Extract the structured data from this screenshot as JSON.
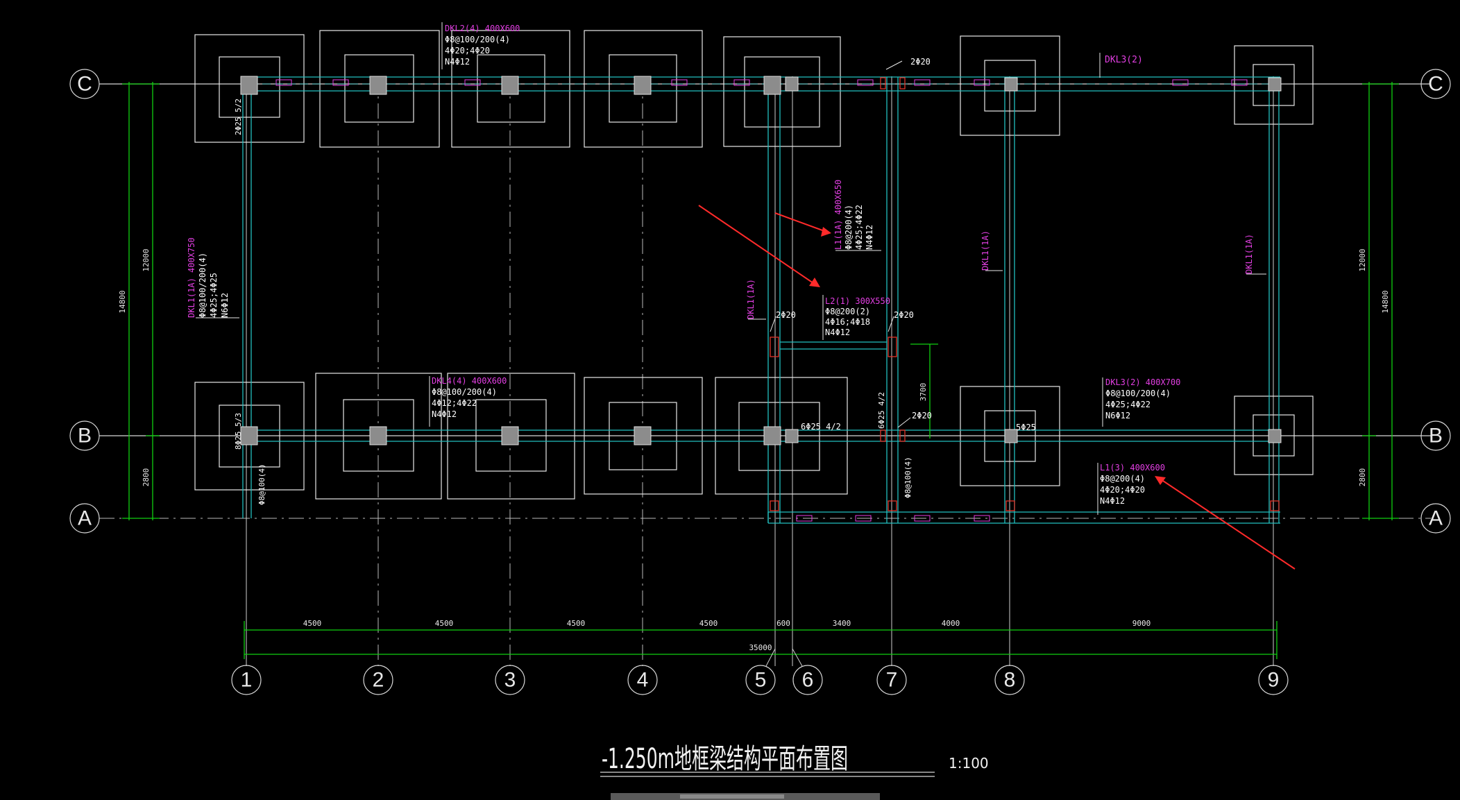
{
  "drawing": {
    "title": "-1.250m地框梁结构平面布置图",
    "scale": "1:100"
  },
  "axes": {
    "rows": [
      "C",
      "B",
      "A"
    ],
    "cols": [
      "1",
      "2",
      "3",
      "4",
      "5",
      "6",
      "7",
      "8",
      "9"
    ]
  },
  "dims": {
    "bays": [
      "4500",
      "4500",
      "4500",
      "4500",
      "600",
      "3400",
      "4000",
      "9000"
    ],
    "total": "35000",
    "left_total": "14800",
    "left_upper": "12000",
    "left_lower": "2800",
    "right_total": "14800",
    "right_upper": "12000",
    "right_lower": "2800",
    "inner": "3700"
  },
  "beams": {
    "dkl2": {
      "name": "DKL2(4) 400X600",
      "l1": "Φ8@100/200(4)",
      "l2": "4Φ20;4Φ20",
      "l3": "N4Φ12"
    },
    "dkl3_top": {
      "name": "DKL3(2)"
    },
    "dkl1_left": {
      "name": "DKL1(1A) 400X750",
      "l1": "Φ8@100/200(4)",
      "l2": "4Φ25;4Φ25",
      "l3": "N6Φ12"
    },
    "l1_mid": {
      "name": "L1(1A) 400X650",
      "l1": "Φ8@200(4)",
      "l2": "4Φ25;4Φ22",
      "l3": "N4Φ12"
    },
    "dkl1_8": {
      "name": "DKL1(1A)"
    },
    "dkl1_9": {
      "name": "DKL1(1A)"
    },
    "dkl1_5": {
      "name": "DKL1(1A)"
    },
    "l2": {
      "name": "L2(1) 300X550",
      "l1": "Φ8@200(2)",
      "l2": "4Φ16;4Φ18",
      "l3": "N4Φ12"
    },
    "dkl4": {
      "name": "DKL4(4) 400X600",
      "l1": "Φ8@100/200(4)",
      "l2": "4Φ12;4Φ22",
      "l3": "N4Φ12"
    },
    "dkl3_b": {
      "name": "DKL3(2) 400X700",
      "l1": "Φ8@100/200(4)",
      "l2": "4Φ25;4Φ22",
      "l3": "N6Φ12"
    },
    "l1_3": {
      "name": "L1(3) 400X600",
      "l1": "Φ8@200(4)",
      "l2": "4Φ20;4Φ20",
      "l3": "N4Φ12"
    }
  },
  "rebar_notes": {
    "a": "2Φ25 5/2",
    "b": "2Φ20",
    "c": "2Φ20",
    "d": "2Φ20",
    "e": "2Φ20",
    "f": "8Φ25 5/3",
    "g": "6Φ25 4/2",
    "h": "6Φ25 4/2",
    "i": "5Φ25",
    "j": "Φ8@100(4)",
    "k": "Φ8@100(4)"
  },
  "colors": {
    "background": "#000000",
    "beam": "#22c0c0",
    "dimension": "#10d010",
    "label": "#e23fe2",
    "arrow": "#ff2a2a"
  }
}
